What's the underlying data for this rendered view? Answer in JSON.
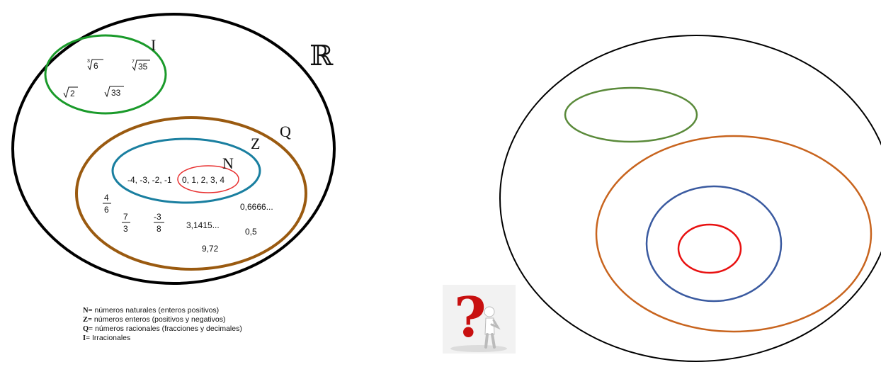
{
  "left_diagram": {
    "labels": {
      "real": "ℝ",
      "irrational": "I",
      "rational": "Q",
      "integer": "Z",
      "natural": "N"
    },
    "irrational_examples": {
      "cube_root_index": "3",
      "cube_root_radicand": "6",
      "seventh_root_index": "7",
      "seventh_root_radicand": "35",
      "sqrt_a_radicand": "2",
      "sqrt_b_radicand": "33"
    },
    "negative_integers": "-4, -3, -2, -1",
    "naturals": "0, 1, 2, 3, 4",
    "fractions": [
      {
        "num": "4",
        "den": "6"
      },
      {
        "num": "7",
        "den": "3"
      },
      {
        "num": "-3",
        "den": "8"
      }
    ],
    "decimals": [
      "0,6666...",
      "3,1415...",
      "0,5",
      "9,72"
    ],
    "colors": {
      "real": "#000000",
      "irrational": "#1a9a2a",
      "rational": "#9a5a10",
      "integer": "#1a7fa0",
      "natural": "#e83030"
    }
  },
  "legend": [
    {
      "key": "N=",
      "text": " números naturales (enteros positivos)"
    },
    {
      "key": "Z=",
      "text": " números enteros (positivos y negativos)"
    },
    {
      "key": "Q=",
      "text": " números racionales (fracciones y decimales)"
    },
    {
      "key": "I=",
      "text": " Irracionales"
    }
  ],
  "question_figure": {
    "icon": "question-mark-thinking-figure-icon",
    "glyph": "?"
  },
  "right_diagram": {
    "colors": {
      "outer": "#000000",
      "green": "#5a8a3a",
      "orange": "#c8641e",
      "blue": "#3a5aa0",
      "red": "#e81010"
    }
  }
}
